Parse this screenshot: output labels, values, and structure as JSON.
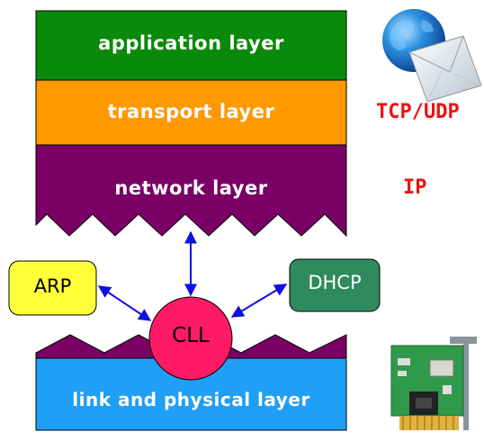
{
  "layers": {
    "application": "application layer",
    "transport": "transport layer",
    "network": "network layer",
    "link": "link and physical layer"
  },
  "protocols": {
    "transport": "TCP/UDP",
    "network": "IP"
  },
  "boxes": {
    "arp": "ARP",
    "dhcp": "DHCP",
    "cll": "CLL"
  },
  "colors": {
    "application": "#0a8a0a",
    "transport": "#ff9900",
    "network": "#7a0066",
    "link": "#1f9ff5",
    "arp": "#ffff3a",
    "dhcp": "#2f8a5e",
    "cll": "#ff1a66",
    "arrow": "#1010e0",
    "protocol_text": "#ee1111"
  },
  "icons": {
    "mail": "globe-mail-icon",
    "nic": "network-card-icon"
  }
}
